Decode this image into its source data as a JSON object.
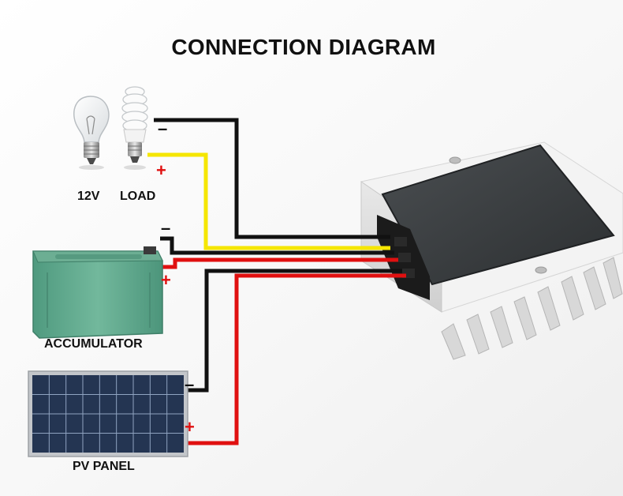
{
  "diagram": {
    "title": "CONNECTION DIAGRAM",
    "load": {
      "label_voltage": "12V",
      "label_name": "LOAD",
      "neg_sign": "–",
      "pos_sign": "+"
    },
    "accumulator": {
      "label": "ACCUMULATOR",
      "neg_sign": "–",
      "pos_sign": "+"
    },
    "pv_panel": {
      "label": "PV PANEL",
      "neg_sign": "–",
      "pos_sign": "+"
    }
  },
  "colors": {
    "negative_wire": "#111111",
    "positive_wire": "#e01010",
    "load_positive_wire": "#f5e600",
    "battery_body": "#5fa98c",
    "controller_body": "#f2f2f2",
    "controller_screen": "#3a3d3f",
    "panel_cell": "#1c2a40",
    "panel_frame": "#b9bcc0"
  },
  "icons": [
    "incandescent-bulb-icon",
    "cfl-bulb-icon",
    "battery-icon",
    "solar-panel-icon",
    "charge-controller-icon"
  ]
}
